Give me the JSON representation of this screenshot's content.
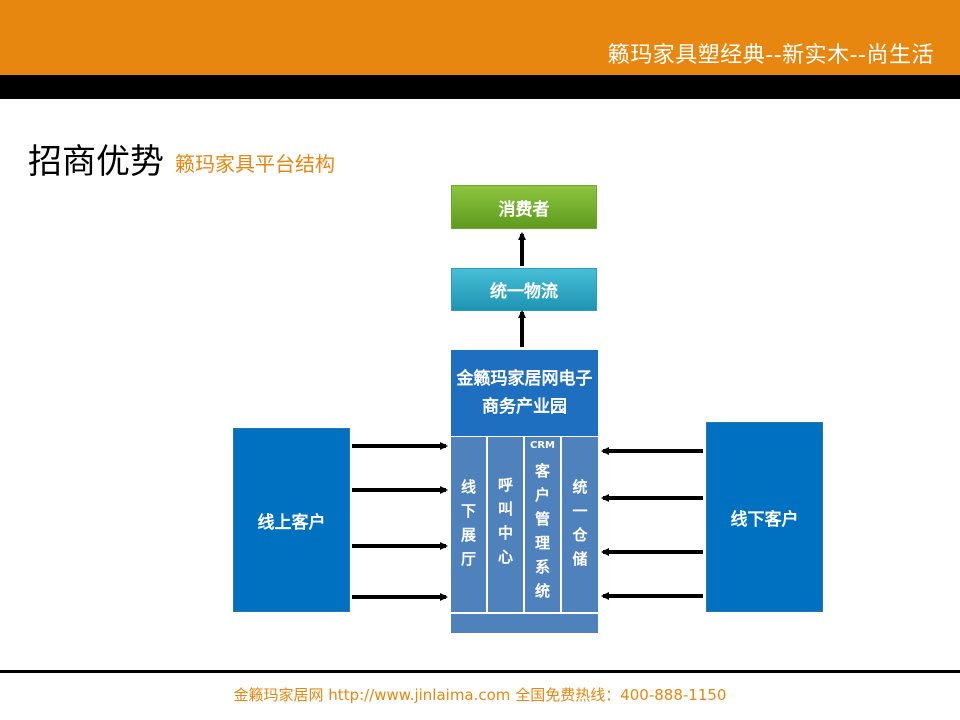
{
  "header": {
    "slogan": "籁玛家具塑经典--新实木--尚生活"
  },
  "title": "招商优势",
  "subtitle": "籁玛家具平台结构",
  "diagram": {
    "consumer": "消费者",
    "logistics": "统一物流",
    "park": "金籁玛家居网电子商务产业园",
    "columns": {
      "showroom": [
        "线",
        "下",
        "展",
        "厅"
      ],
      "callcenter": [
        "呼",
        "叫",
        "中",
        "心"
      ],
      "crm_label": "CRM",
      "crm": [
        "客",
        "户",
        "管",
        "理",
        "系",
        "统"
      ],
      "warehouse": [
        "统",
        "一",
        "仓",
        "储"
      ]
    },
    "online_customers": "线上客户",
    "offline_customers": "线下客户"
  },
  "footer": "金籁玛家居网 http://www.jinlaima.com  全国免费热线：400-888-1150",
  "colors": {
    "accent": "#e8870f",
    "consumer_green": "#7ab62e",
    "logistics_teal": "#2ba6c6",
    "park_blue": "#1f6fc0",
    "column_blue": "#4f81bd",
    "customer_blue": "#0070c0"
  }
}
